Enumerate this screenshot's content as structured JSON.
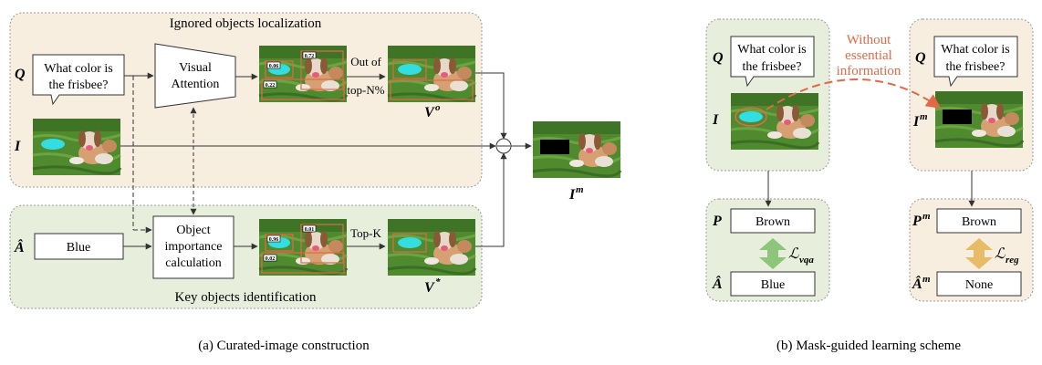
{
  "left_panel": {
    "top_region_title": "Ignored objects localization",
    "bottom_region_title": "Key objects identification",
    "caption": "(a) Curated-image construction",
    "symbols": {
      "Q": "Q",
      "I": "I",
      "A_hat": "Â",
      "V_o": "V",
      "V_o_sup": "o",
      "V_star": "V",
      "V_star_sup": "*",
      "I_m": "I",
      "I_m_sup": "m"
    },
    "question_line1": "What color is",
    "question_line2": "the frisbee?",
    "answer_box": "Blue",
    "visual_attention_line1": "Visual",
    "visual_attention_line2": "Attention",
    "obj_importance_line1": "Object",
    "obj_importance_line2": "importance",
    "obj_importance_line3": "calculation",
    "arrow_top_line1": "Out of",
    "arrow_top_line2": "top-N%",
    "arrow_bottom": "Top-K",
    "score_top": [
      "0.72",
      "0.06",
      "0.22"
    ],
    "score_bottom": [
      "0.01",
      "0.96",
      "0.02"
    ]
  },
  "right_panel": {
    "caption": "(b) Mask-guided learning scheme",
    "red_label_line1": "Without",
    "red_label_line2": "essential",
    "red_label_line3": "information",
    "question_line1": "What color is",
    "question_line2": "the frisbee?",
    "symbols": {
      "Q": "Q",
      "I": "I",
      "I_m": "I",
      "I_m_sup": "m",
      "P": "P",
      "A_hat": "Â",
      "P_m": "P",
      "P_m_sup": "m",
      "A_hat_m": "Â",
      "A_hat_m_sup": "m"
    },
    "pred_left": "Brown",
    "answer_left": "Blue",
    "pred_right": "Brown",
    "answer_right": "None",
    "loss_left": "ℒ",
    "loss_left_sub": "vqa",
    "loss_right": "ℒ",
    "loss_right_sub": "reg"
  },
  "colors": {
    "beige_panel": "#f8eee0",
    "green_panel": "#e7efdc",
    "accent_red": "#e06a48",
    "green_arrow": "#8dc57a",
    "gold_arrow": "#e7bb68",
    "frisbee": "#33dde0",
    "grass": "#4f8a2f"
  }
}
